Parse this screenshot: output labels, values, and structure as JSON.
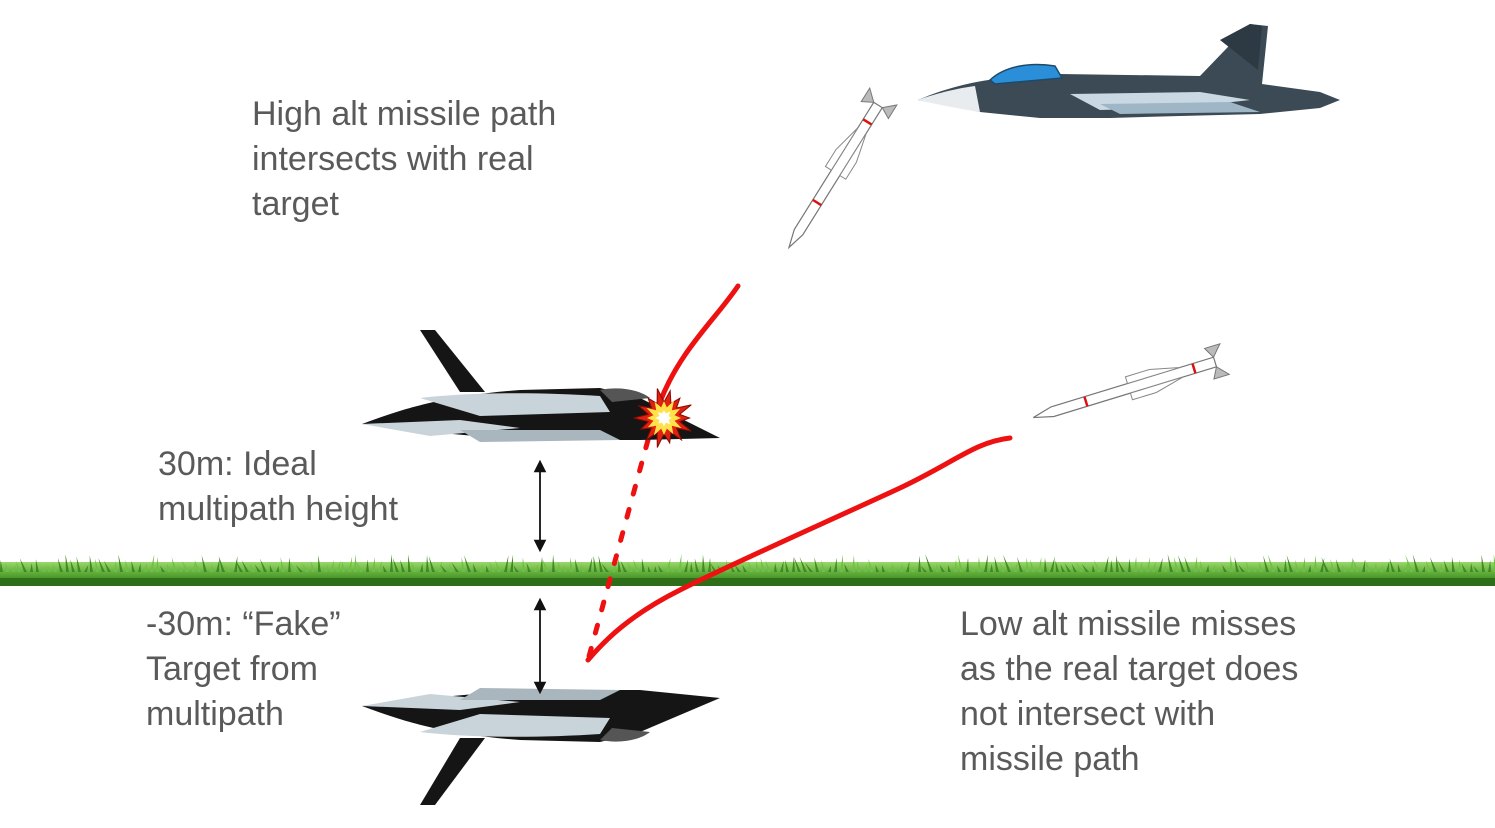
{
  "labels": {
    "high_alt": [
      "High alt missile path",
      "intersects with real",
      "target"
    ],
    "ideal_height": [
      "30m: Ideal",
      "multipath height"
    ],
    "fake_target": [
      "-30m: “Fake”",
      "Target from",
      "multipath"
    ],
    "low_alt": [
      "Low alt missile misses",
      "as the real target does",
      "not intersect with",
      "missile path"
    ]
  },
  "colors": {
    "missile_path": "#ee1111",
    "text": "#5a5a5a",
    "grass_dark": "#2f7a1a",
    "grass_light": "#7cc850",
    "jet_dark": "#151515",
    "jet_light": "#c9d4da",
    "enemy_jet_dark": "#3b4a55",
    "enemy_canopy": "#2a8fd8",
    "explosion_outer": "#e02010",
    "explosion_inner": "#ffe14a"
  },
  "icons": [
    "fighter-jet-icon",
    "reflected-fighter-jet-icon",
    "enemy-fighter-jet-icon",
    "missile-icon",
    "explosion-icon",
    "double-arrow-icon"
  ]
}
